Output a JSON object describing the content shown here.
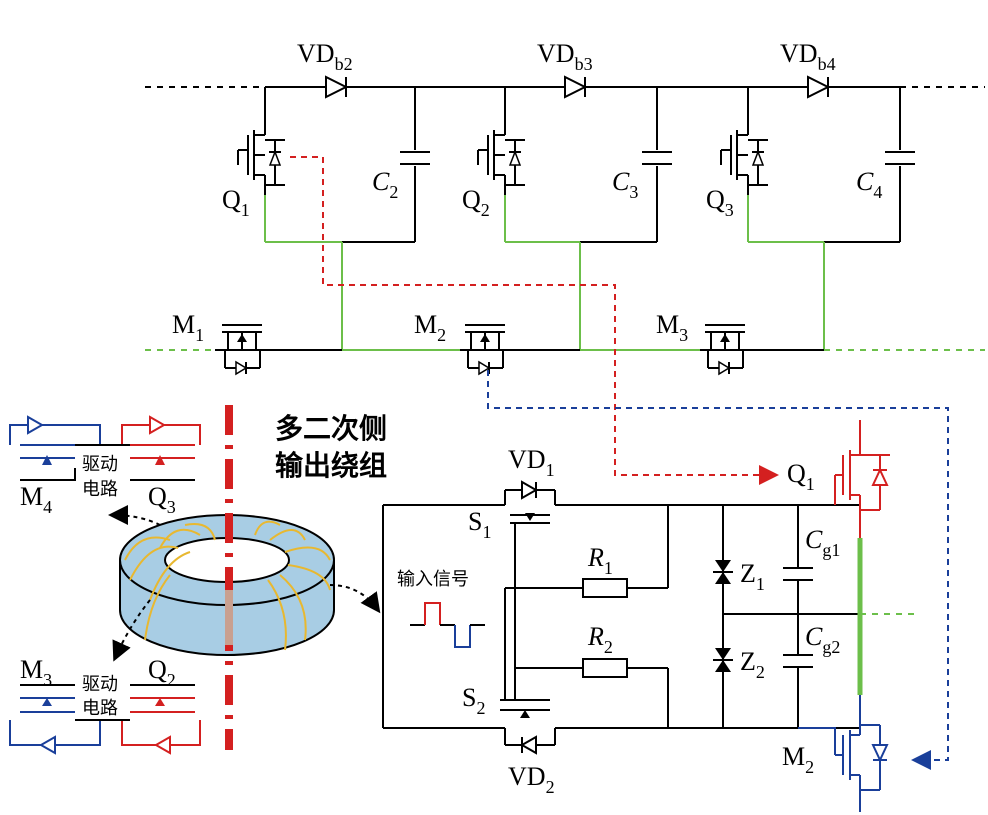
{
  "labels": {
    "vdb2": "VD",
    "vdb2_sub": "b2",
    "vdb3": "VD",
    "vdb3_sub": "b3",
    "vdb4": "VD",
    "vdb4_sub": "b4",
    "q1": "Q",
    "q1_sub": "1",
    "q2": "Q",
    "q2_sub": "2",
    "q3": "Q",
    "q3_sub": "3",
    "c2": "C",
    "c2_sub": "2",
    "c3": "C",
    "c3_sub": "3",
    "c4": "C",
    "c4_sub": "4",
    "m1": "M",
    "m1_sub": "1",
    "m2": "M",
    "m2_sub": "2",
    "m3": "M",
    "m3_sub": "3",
    "m4": "M",
    "m4_sub": "4",
    "vd1": "VD",
    "vd1_sub": "1",
    "vd2": "VD",
    "vd2_sub": "2",
    "s1": "S",
    "s1_sub": "1",
    "s2": "S",
    "s2_sub": "2",
    "r1": "R",
    "r1_sub": "1",
    "r2": "R",
    "r2_sub": "2",
    "z1": "Z",
    "z1_sub": "1",
    "z2": "Z",
    "z2_sub": "2",
    "cg1": "C",
    "cg1_sub": "g1",
    "cg2": "C",
    "cg2_sub": "g2",
    "q1b": "Q",
    "q1b_sub": "1",
    "m2b": "M",
    "m2b_sub": "2",
    "q3l": "Q",
    "q3l_sub": "3",
    "q2l": "Q",
    "q2l_sub": "2",
    "m3l": "M",
    "m3l_sub": "3",
    "multi_secondary_line1": "多二次侧",
    "multi_secondary_line2": "输出绕组",
    "drive_circuit_top_1": "驱动",
    "drive_circuit_top_2": "电路",
    "drive_circuit_bottom_1": "驱动",
    "drive_circuit_bottom_2": "电路",
    "input_signal": "输入信号"
  },
  "colors": {
    "black": "#000000",
    "green": "#6cbf4a",
    "red": "#d42020",
    "blue": "#1a3f9a",
    "core_fill": "#a8cde4",
    "winding": "#e8b830"
  }
}
